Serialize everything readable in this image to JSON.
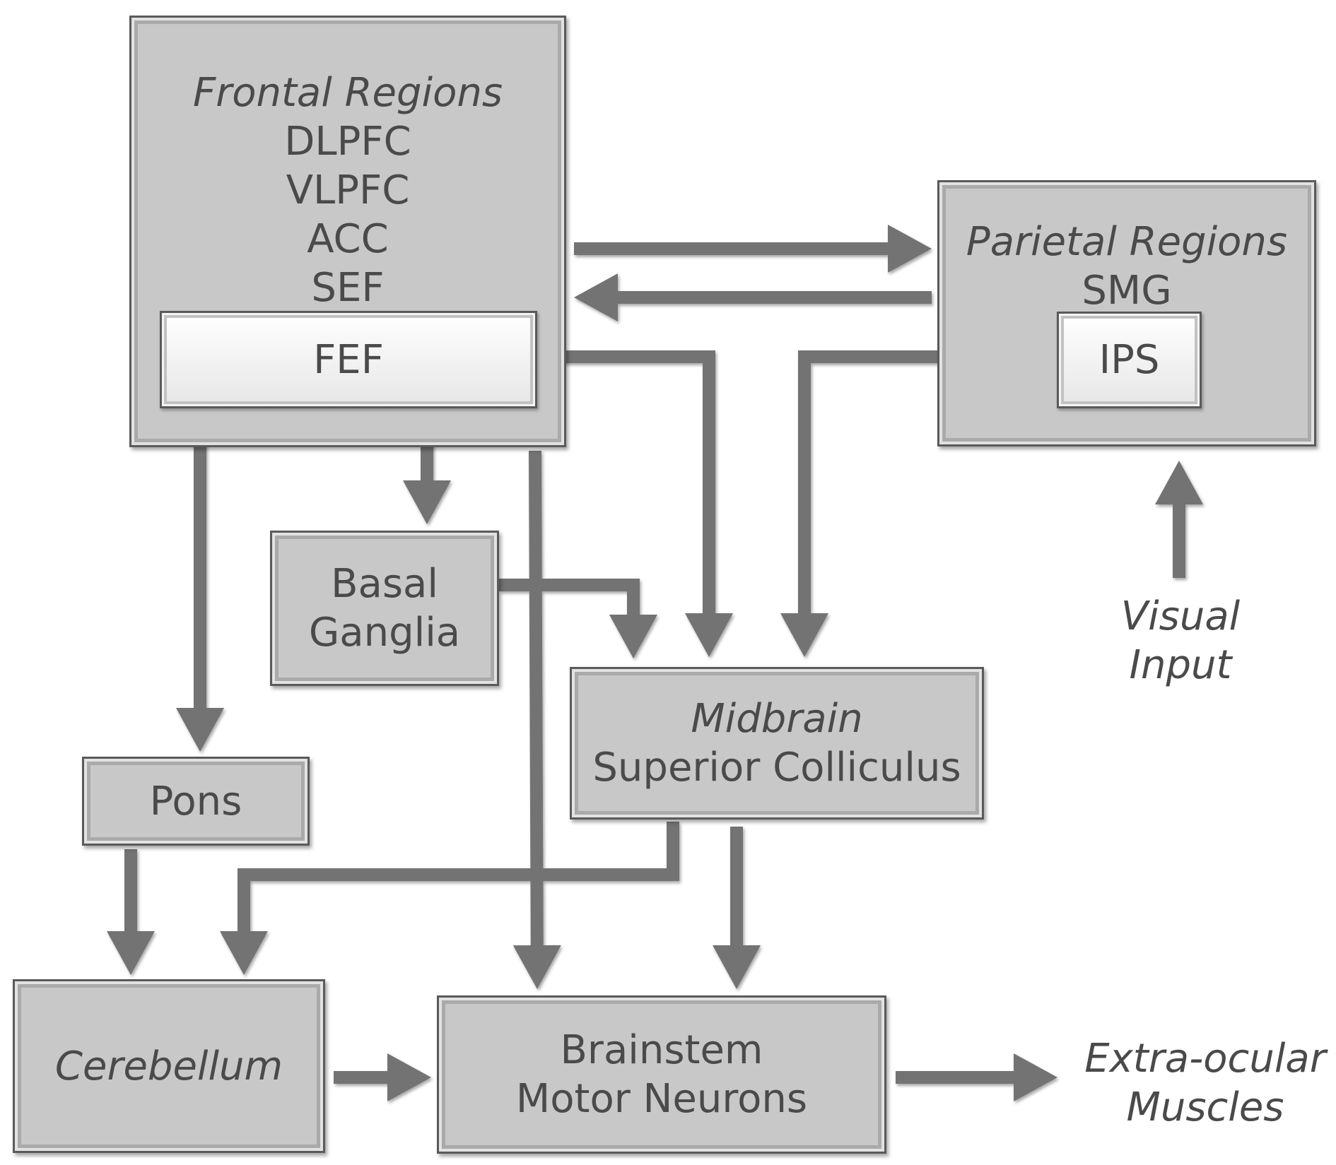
{
  "frontal": {
    "title": "Frontal Regions",
    "items": [
      "DLPFC",
      "VLPFC",
      "ACC",
      "SEF"
    ],
    "fef": "FEF"
  },
  "parietal": {
    "title": "Parietal Regions",
    "smg": "SMG",
    "ips": "IPS"
  },
  "basal_ganglia": {
    "line1": "Basal",
    "line2": "Ganglia"
  },
  "pons": {
    "label": "Pons"
  },
  "midbrain": {
    "title": "Midbrain",
    "subtitle": "Superior Colliculus"
  },
  "cerebellum": {
    "label": "Cerebellum"
  },
  "brainstem": {
    "line1": "Brainstem",
    "line2": "Motor Neurons"
  },
  "visual_input": {
    "line1": "Visual",
    "line2": "Input"
  },
  "extraocular": {
    "line1": "Extra-ocular",
    "line2": "Muscles"
  },
  "colors": {
    "arrow": "#737373",
    "box_fill": "#c8c8c8",
    "box_border": "#5a5a5a",
    "text": "#4a4a4a"
  }
}
